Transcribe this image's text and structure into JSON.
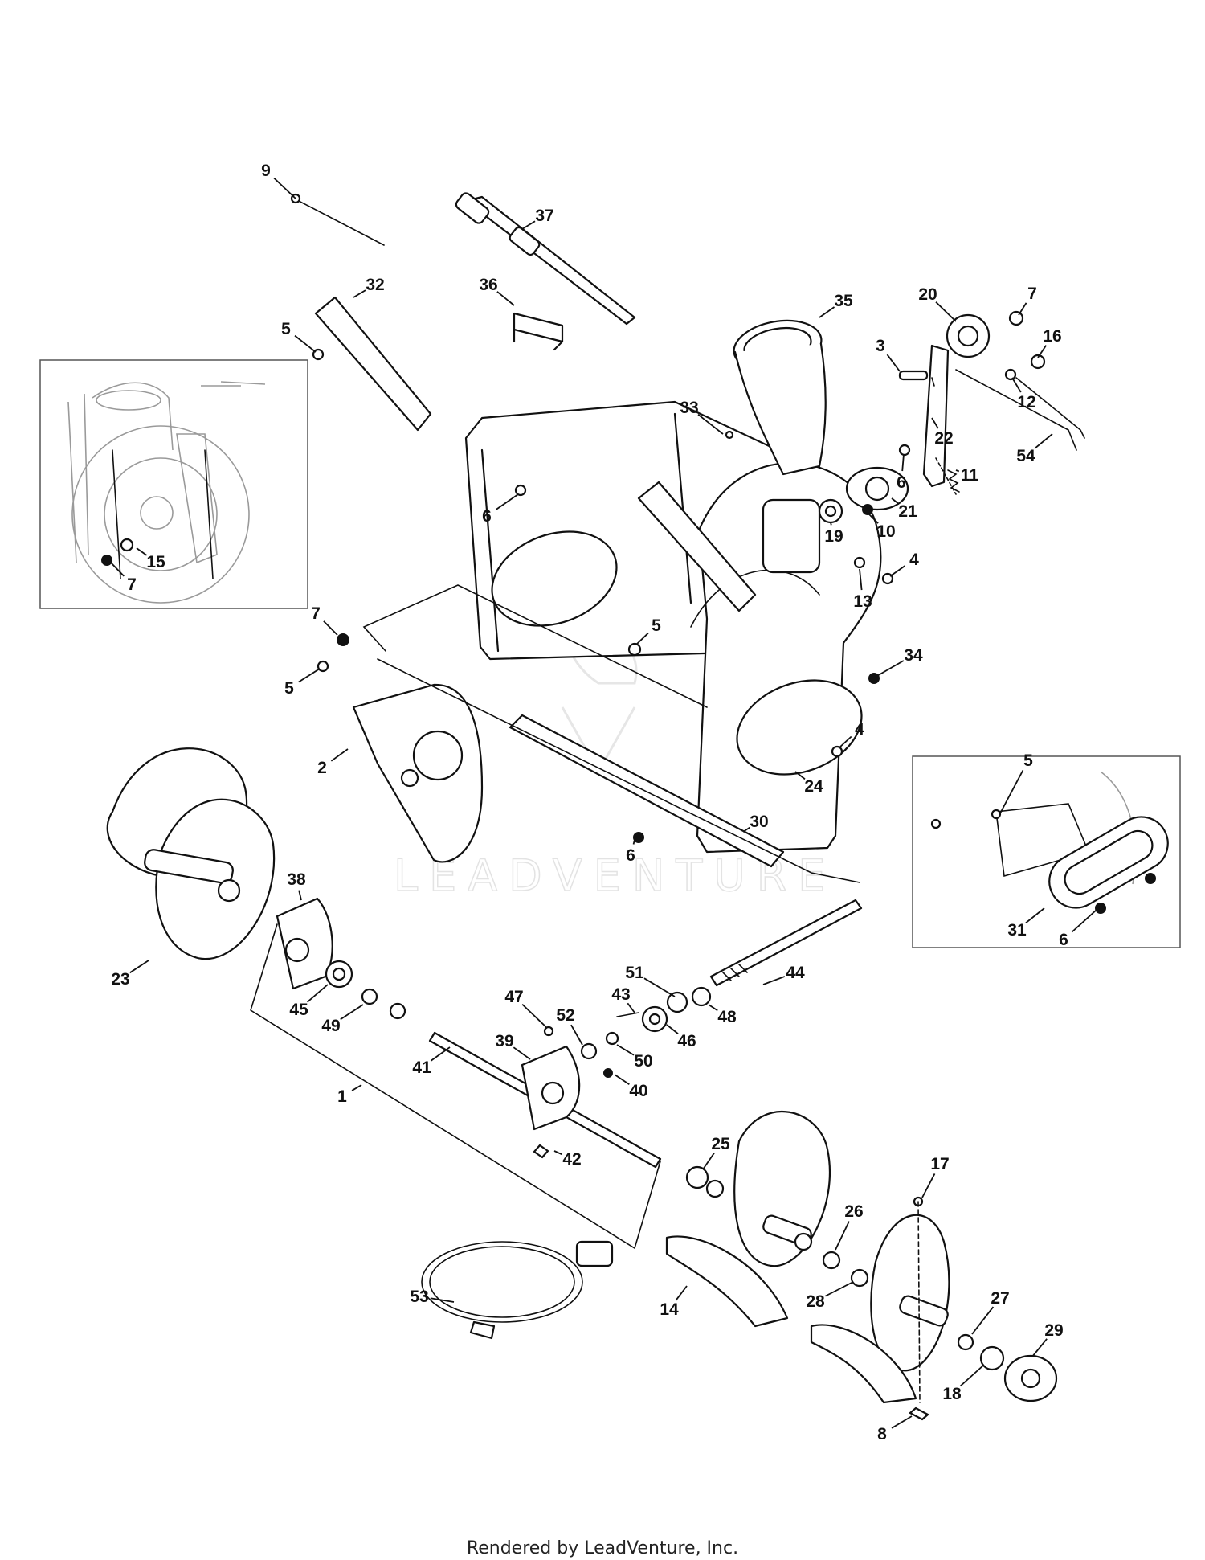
{
  "watermark": {
    "text": "LEADVENTURE"
  },
  "footer": {
    "text": "Rendered by LeadVenture, Inc."
  },
  "callouts": [
    {
      "label": "9"
    },
    {
      "label": "37"
    },
    {
      "label": "32"
    },
    {
      "label": "36"
    },
    {
      "label": "35"
    },
    {
      "label": "20"
    },
    {
      "label": "7"
    },
    {
      "label": "5"
    },
    {
      "label": "3"
    },
    {
      "label": "16"
    },
    {
      "label": "12"
    },
    {
      "label": "33"
    },
    {
      "label": "22"
    },
    {
      "label": "54"
    },
    {
      "label": "6"
    },
    {
      "label": "11"
    },
    {
      "label": "6"
    },
    {
      "label": "21"
    },
    {
      "label": "19"
    },
    {
      "label": "10"
    },
    {
      "label": "15"
    },
    {
      "label": "7"
    },
    {
      "label": "4"
    },
    {
      "label": "13"
    },
    {
      "label": "7"
    },
    {
      "label": "5"
    },
    {
      "label": "5"
    },
    {
      "label": "34"
    },
    {
      "label": "2"
    },
    {
      "label": "4"
    },
    {
      "label": "24"
    },
    {
      "label": "5"
    },
    {
      "label": "30"
    },
    {
      "label": "6"
    },
    {
      "label": "38"
    },
    {
      "label": "31"
    },
    {
      "label": "6"
    },
    {
      "label": "23"
    },
    {
      "label": "51"
    },
    {
      "label": "44"
    },
    {
      "label": "45"
    },
    {
      "label": "43"
    },
    {
      "label": "48"
    },
    {
      "label": "47"
    },
    {
      "label": "52"
    },
    {
      "label": "49"
    },
    {
      "label": "46"
    },
    {
      "label": "39"
    },
    {
      "label": "50"
    },
    {
      "label": "41"
    },
    {
      "label": "40"
    },
    {
      "label": "1"
    },
    {
      "label": "42"
    },
    {
      "label": "25"
    },
    {
      "label": "17"
    },
    {
      "label": "26"
    },
    {
      "label": "27"
    },
    {
      "label": "29"
    },
    {
      "label": "53"
    },
    {
      "label": "14"
    },
    {
      "label": "28"
    },
    {
      "label": "18"
    },
    {
      "label": "8"
    }
  ]
}
